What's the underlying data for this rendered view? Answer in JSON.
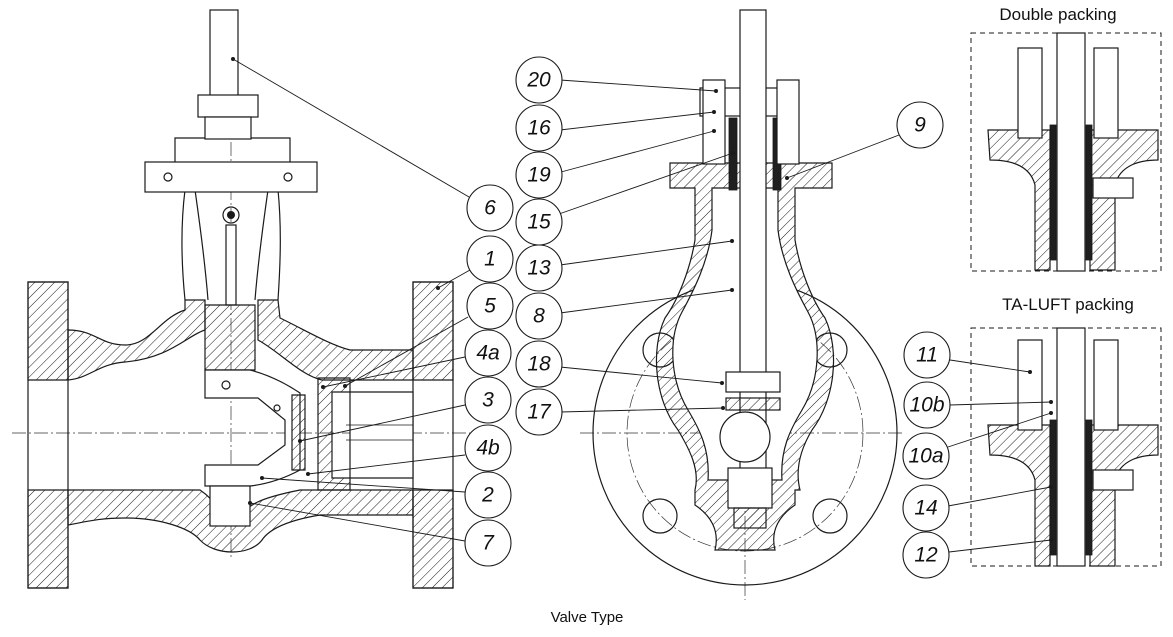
{
  "caption": "Valve Type",
  "panel_titles": {
    "double_packing": "Double packing",
    "ta_luft_packing": "TA-LUFT packing"
  },
  "part_labels": {
    "p1": "1",
    "p2": "2",
    "p3": "3",
    "p4a": "4a",
    "p4b": "4b",
    "p5": "5",
    "p6": "6",
    "p7": "7",
    "p8": "8",
    "p9": "9",
    "p10a": "10a",
    "p10b": "10b",
    "p11": "11",
    "p12": "12",
    "p13": "13",
    "p14": "14",
    "p15": "15",
    "p16": "16",
    "p17": "17",
    "p18": "18",
    "p19": "19",
    "p20": "20"
  },
  "colors": {
    "ink": "#1a1a1a",
    "background": "#ffffff"
  }
}
